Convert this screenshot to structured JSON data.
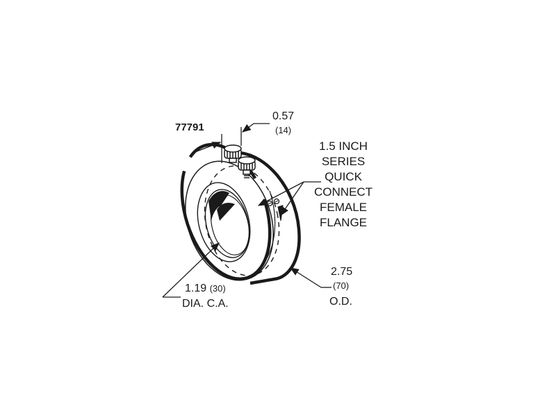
{
  "diagram": {
    "part_number": "77791",
    "dimensions": {
      "thickness": {
        "value": "0.57",
        "metric": "(14)"
      },
      "clear_aperture": {
        "value": "1.19",
        "metric": "(30)",
        "label": "DIA. C.A."
      },
      "outer_diameter": {
        "value": "2.75",
        "metric": "(70)",
        "label": "O.D."
      }
    },
    "callout": {
      "lines": [
        "1.5 INCH",
        "SERIES",
        "QUICK",
        "CONNECT",
        "FEMALE",
        "FLANGE"
      ]
    },
    "colors": {
      "line": "#1a1a1a",
      "background": "#ffffff"
    }
  }
}
